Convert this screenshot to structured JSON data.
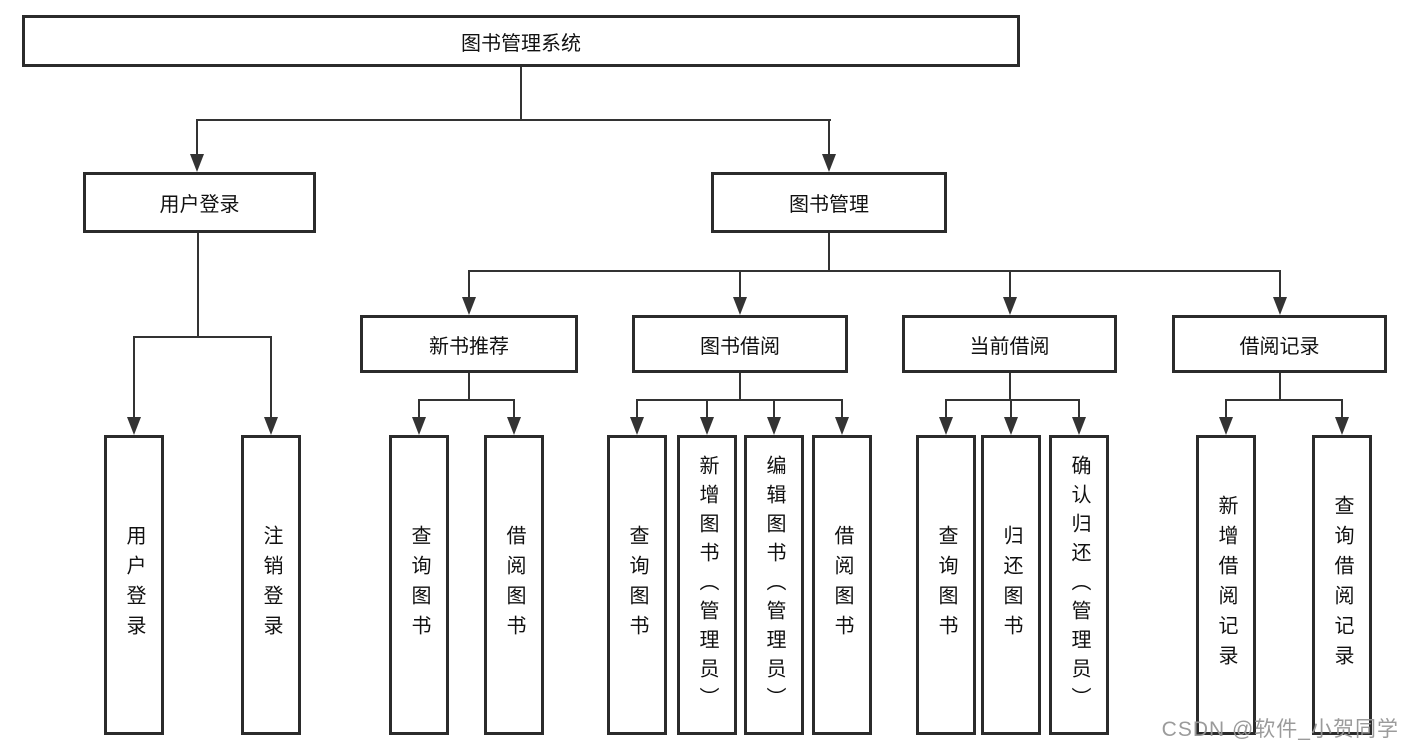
{
  "diagram_title": "图书管理系统",
  "watermark": "CSDN @软件_小贺同学",
  "colors": {
    "background": "#ffffff",
    "box_border": "#2b2b2b",
    "line": "#333333",
    "text": "#111111",
    "watermark": "#969696"
  },
  "nodes": {
    "root": "图书管理系统",
    "user_login": "用户登录",
    "book_mgmt": "图书管理",
    "new_book_rec": "新书推荐",
    "book_borrow": "图书借阅",
    "current_borrow": "当前借阅",
    "borrow_records": "借阅记录",
    "leaf_user_login": "用户登录",
    "leaf_logout": "注销登录",
    "leaf_query_book_rec": "查询图书",
    "leaf_borrow_book_rec": "借阅图书",
    "leaf_query_book_borrow": "查询图书",
    "leaf_add_book_admin": "新增图书（管理员）",
    "leaf_edit_book_admin": "编辑图书（管理员）",
    "leaf_borrow_book_borrow": "借阅图书",
    "leaf_query_book_current": "查询图书",
    "leaf_return_book": "归还图书",
    "leaf_confirm_return_admin": "确认归还（管理员）",
    "leaf_add_borrow_record": "新增借阅记录",
    "leaf_query_borrow_record": "查询借阅记录"
  }
}
